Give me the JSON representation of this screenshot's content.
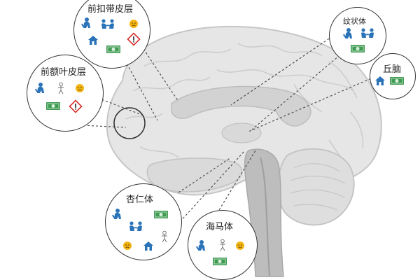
{
  "regions": {
    "prefrontal_cingulate": {
      "label": "前扣带皮层",
      "icons": [
        "crouching-person-icon",
        "two-people-icon",
        "emoji-face-icon",
        "house-icon",
        "money-icon",
        "warning-icon"
      ]
    },
    "prefrontal_cortex": {
      "label": "前额叶皮层",
      "icons": [
        "crouching-person-icon",
        "stick-figure-icon",
        "emoji-face-icon",
        "money-icon",
        "warning-icon"
      ]
    },
    "striatum": {
      "label": "纹状体",
      "icons": [
        "crouching-person-icon",
        "two-people-icon",
        "money-icon"
      ]
    },
    "thalamus": {
      "label": "丘脑",
      "icons": [
        "house-icon",
        "money-icon"
      ]
    },
    "amygdala": {
      "label": "杏仁体",
      "icons": [
        "crouching-person-icon",
        "money-icon",
        "two-people-icon",
        "stick-figure-icon",
        "emoji-face-icon",
        "house-icon"
      ]
    },
    "hippocampus": {
      "label": "海马体",
      "icons": [
        "crouching-person-icon",
        "stick-figure-icon",
        "emoji-face-icon",
        "money-icon"
      ]
    }
  },
  "colors": {
    "person_blue": "#2a73b8",
    "emoji_yellow": "#f2b413",
    "money_green": "#3f9a52",
    "warning_red": "#d92a2a",
    "brain_fill": "#e4e4e4",
    "brain_stroke": "#c8c8c8",
    "outline": "#333333"
  }
}
